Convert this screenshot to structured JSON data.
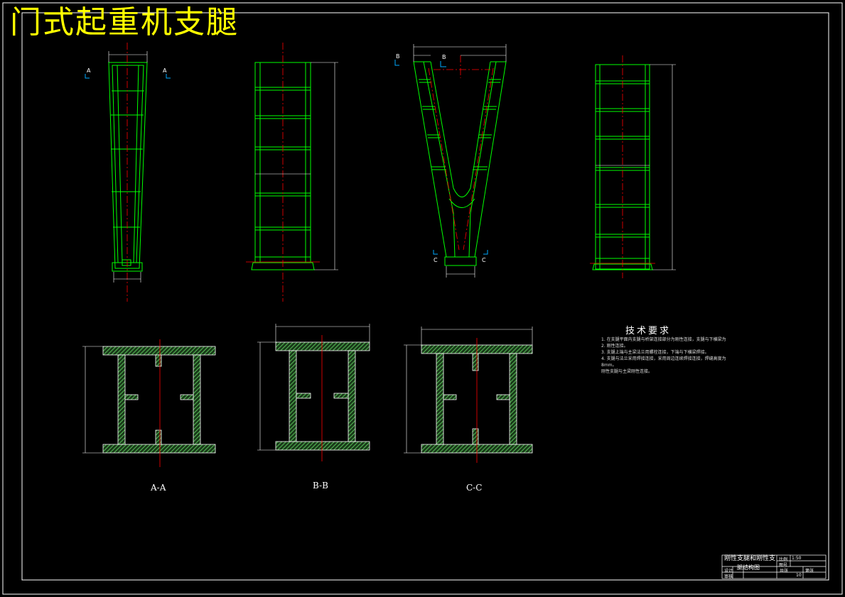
{
  "title": "门式起重机支腿",
  "section_labels": [
    "A-A",
    "B-B",
    "C-C"
  ],
  "tech_requirements": {
    "heading": "技术要求",
    "items": [
      "1. 在支腿平面内支腿与桥架连接部分为刚性连接，支腿与下横梁为",
      "2. 刚性连接。",
      "3. 支腿上端与主梁法兰用螺栓连接，下端与下横梁焊接。",
      "4. 支腿与法兰采用焊接连接，采用周边连续焊接连接，焊缝高度为",
      "   8mm。",
      "   刚性支腿与主梁刚性连接。"
    ]
  },
  "title_block": {
    "name": "刚性支腿和刚性支",
    "subtitle": "腿结构图",
    "cells": [
      "比例",
      "1:50",
      "图号",
      "设计",
      "审核",
      "共张",
      "第张",
      "10"
    ]
  },
  "colors": {
    "background": "#000000",
    "outline": "#ffffff",
    "structure": "#00ff00",
    "centerline": "#ff0000",
    "hatch": "#55cc55",
    "title": "#ffff00"
  }
}
